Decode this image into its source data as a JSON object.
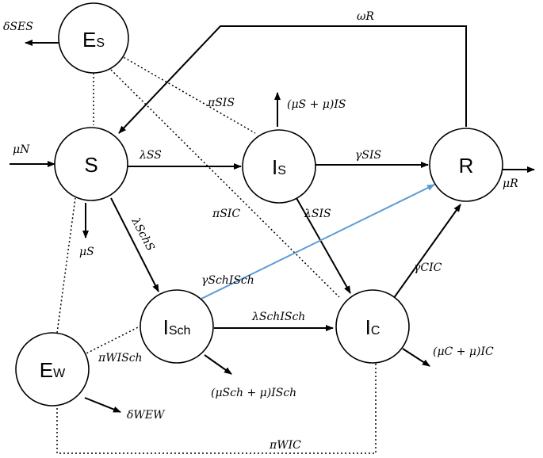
{
  "nodes": {
    "es": {
      "main": "E",
      "sub": "S"
    },
    "s": {
      "main": "S",
      "sub": ""
    },
    "is": {
      "main": "I",
      "sub": "S"
    },
    "r": {
      "main": "R",
      "sub": ""
    },
    "isch": {
      "main": "I",
      "sub": "Sch"
    },
    "ic": {
      "main": "I",
      "sub": "C"
    },
    "ew": {
      "main": "E",
      "sub": "W"
    }
  },
  "rates": {
    "delta_s_es": "δSES",
    "omega_r": "ωR",
    "pi_s_is": "πSIS",
    "mu_s_plus_mu_is": "(μS + μ)IS",
    "mu_n": "μN",
    "lambda_s_s": "λSS",
    "gamma_s_is": "γSIS",
    "mu_r": "μR",
    "pi_s_ic": "πSIC",
    "lambda_s_is": "λSIS",
    "mu_s": "μS",
    "lambda_sch_s": "λSchS",
    "gamma_sch_isch": "γSchISch",
    "gamma_c_ic": "γCIC",
    "lambda_sch_isch": "λSchISch",
    "pi_w_isch": "πWISch",
    "mu_c_plus_mu_ic": "(μC + μ)IC",
    "mu_sch_plus_mu_isch": "(μSch + μ)ISch",
    "delta_w_ew": "δWEW",
    "pi_w_ic": "πWIC"
  },
  "colors": {
    "stroke": "#000000",
    "recovery_arrow": "#5b9bd5"
  }
}
